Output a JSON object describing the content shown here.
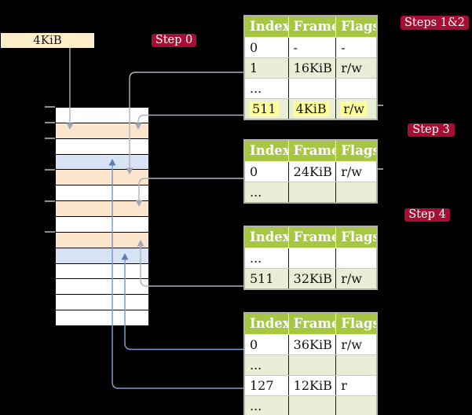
{
  "title": "Page table walk diagram",
  "memory": {
    "frame_label": "4KiB",
    "rows": [
      "empty",
      "page_table",
      "empty",
      "data",
      "page_table",
      "empty",
      "page_table",
      "empty",
      "page_table",
      "data",
      "empty",
      "empty",
      "empty",
      "empty"
    ],
    "tick_boundaries": [
      0,
      1,
      2,
      4,
      6,
      8
    ]
  },
  "badges": {
    "step0": "Step 0",
    "steps12": "Steps 1&2",
    "step3": "Step 3",
    "step4": "Step 4"
  },
  "tables": [
    {
      "name": "page-global-directory-table",
      "columns": [
        "Index",
        "Frame",
        "Flags"
      ],
      "rows": [
        {
          "index": "0",
          "frame": "-",
          "flags": "-",
          "shaded": false,
          "highlighted": false
        },
        {
          "index": "1",
          "frame": "16KiB",
          "flags": "r/w",
          "shaded": true,
          "highlighted": false
        },
        {
          "index": "...",
          "frame": "",
          "flags": "",
          "shaded": false,
          "highlighted": false
        },
        {
          "index": "511",
          "frame": "4KiB",
          "flags": "r/w",
          "shaded": true,
          "highlighted": true
        }
      ]
    },
    {
      "name": "page-middle-directory-table",
      "columns": [
        "Index",
        "Frame",
        "Flags"
      ],
      "rows": [
        {
          "index": "0",
          "frame": "24KiB",
          "flags": "r/w",
          "shaded": false,
          "highlighted": false
        },
        {
          "index": "...",
          "frame": "",
          "flags": "",
          "shaded": true,
          "highlighted": false
        }
      ]
    },
    {
      "name": "page-table-level3-table",
      "columns": [
        "Index",
        "Frame",
        "Flags"
      ],
      "rows": [
        {
          "index": "...",
          "frame": "",
          "flags": "",
          "shaded": false,
          "highlighted": false
        },
        {
          "index": "511",
          "frame": "32KiB",
          "flags": "r/w",
          "shaded": true,
          "highlighted": false
        }
      ]
    },
    {
      "name": "page-table-level4-table",
      "columns": [
        "Index",
        "Frame",
        "Flags"
      ],
      "rows": [
        {
          "index": "0",
          "frame": "36KiB",
          "flags": "r/w",
          "shaded": false,
          "highlighted": false
        },
        {
          "index": "...",
          "frame": "",
          "flags": "",
          "shaded": true,
          "highlighted": false
        },
        {
          "index": "127",
          "frame": "12KiB",
          "flags": "r",
          "shaded": false,
          "highlighted": false
        },
        {
          "index": "...",
          "frame": "",
          "flags": "",
          "shaded": true,
          "highlighted": false
        }
      ]
    }
  ],
  "colors": {
    "background": "#000000",
    "badge_red": "#a60e33",
    "table_header_green": "#a7c742",
    "table_row_green": "#e9eed7",
    "highlight_yellow": "#ffff9c",
    "label_cream": "#fdeec9",
    "arrow_gray": "#afb3be",
    "arrow_blue": "#7d9ac9",
    "frames": {
      "empty": "#ffffff",
      "page_table": "#fce5cd",
      "data": "#d7e2f4"
    }
  }
}
